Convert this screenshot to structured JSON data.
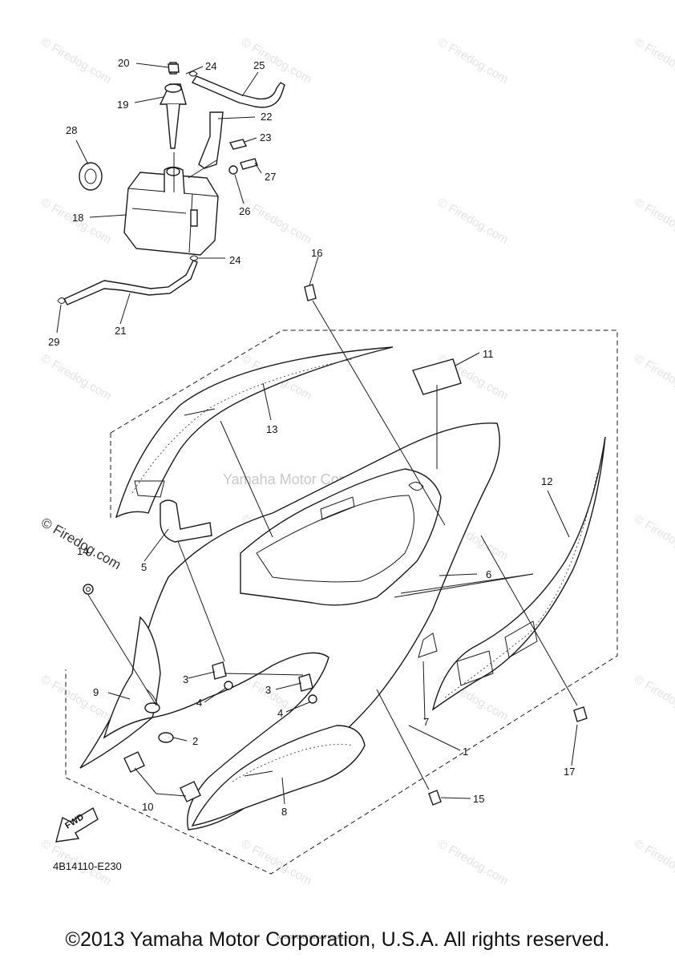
{
  "watermark": {
    "text": "© Firedog.com",
    "center_text": "Yamaha Motor Corp., U.S.A.",
    "side_text": "© Firedog.com"
  },
  "diagram": {
    "drawing_code": "4B14110-E230",
    "fwd_label": "FWD",
    "fine_print": "(c) 2000-2015 Yamaha Motor Corp., U.S.A.",
    "callouts": [
      {
        "id": "c20",
        "label": "20"
      },
      {
        "id": "c24a",
        "label": "24"
      },
      {
        "id": "c25",
        "label": "25"
      },
      {
        "id": "c19",
        "label": "19"
      },
      {
        "id": "c22",
        "label": "22"
      },
      {
        "id": "c28",
        "label": "28"
      },
      {
        "id": "c23",
        "label": "23"
      },
      {
        "id": "c27",
        "label": "27"
      },
      {
        "id": "c18",
        "label": "18"
      },
      {
        "id": "c26",
        "label": "26"
      },
      {
        "id": "c24b",
        "label": "24"
      },
      {
        "id": "c16",
        "label": "16"
      },
      {
        "id": "c29",
        "label": "29"
      },
      {
        "id": "c21",
        "label": "21"
      },
      {
        "id": "c11",
        "label": "11"
      },
      {
        "id": "c13",
        "label": "13"
      },
      {
        "id": "c12",
        "label": "12"
      },
      {
        "id": "c5",
        "label": "5"
      },
      {
        "id": "c14",
        "label": "14"
      },
      {
        "id": "c6",
        "label": "6"
      },
      {
        "id": "c3a",
        "label": "3"
      },
      {
        "id": "c3b",
        "label": "3"
      },
      {
        "id": "c9",
        "label": "9"
      },
      {
        "id": "c4a",
        "label": "4"
      },
      {
        "id": "c4b",
        "label": "4"
      },
      {
        "id": "c7",
        "label": "7"
      },
      {
        "id": "c2",
        "label": "2"
      },
      {
        "id": "c1",
        "label": "1"
      },
      {
        "id": "c17",
        "label": "17"
      },
      {
        "id": "c10",
        "label": "10"
      },
      {
        "id": "c8",
        "label": "8"
      },
      {
        "id": "c15",
        "label": "15"
      }
    ]
  },
  "footer": {
    "copyright": "©2013 Yamaha Motor Corporation, U.S.A. All rights reserved."
  }
}
